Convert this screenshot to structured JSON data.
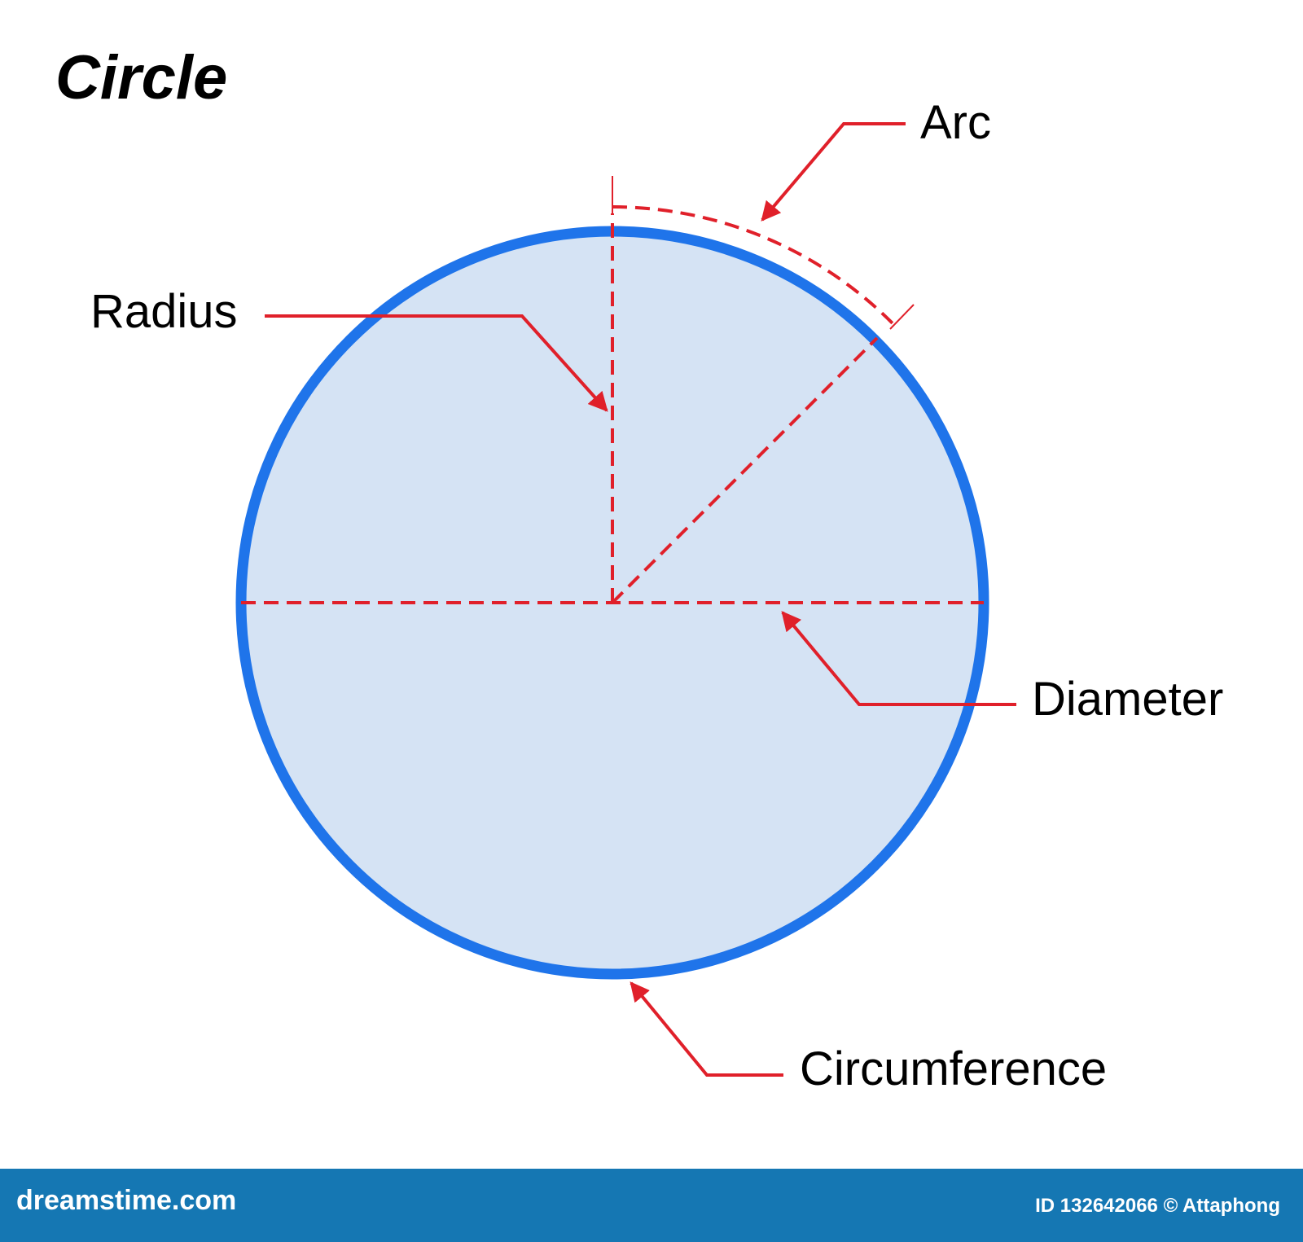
{
  "title": "Circle",
  "labels": {
    "arc": "Arc",
    "radius": "Radius",
    "diameter": "Diameter",
    "circumference": "Circumference"
  },
  "footer": {
    "site": "dreamstime.com",
    "credit": "ID 132642066 © Attaphong"
  },
  "colors": {
    "circle_fill": "#d5e3f4",
    "circle_stroke": "#1f74ea",
    "annotation": "#e0202a",
    "footer_bg": "#1577b3",
    "text": "#000000"
  }
}
